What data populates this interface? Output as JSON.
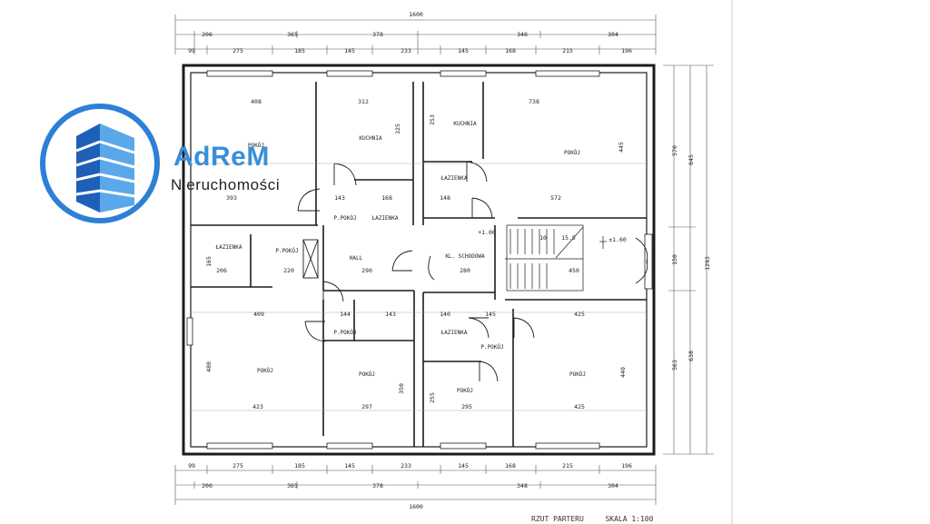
{
  "logo": {
    "name": "AdReM",
    "subtitle": "Nieruchomości",
    "colors": {
      "ring": "#2e7fd6",
      "building_light": "#5aa8ea",
      "building_dark": "#1e5fb8"
    }
  },
  "plan": {
    "title": "RZUT PARTERU",
    "scale": "SKALA 1:100",
    "overall_width": "1600",
    "top_dims_row1": [
      "99",
      "275",
      "185",
      "145",
      "233",
      "145",
      "168",
      "215",
      "196"
    ],
    "top_dims_row2": [
      "206",
      "365",
      "378",
      "348",
      "304"
    ],
    "bottom_dims_row1": [
      "99",
      "275",
      "185",
      "145",
      "233",
      "145",
      "168",
      "215",
      "196"
    ],
    "bottom_dims_row2": [
      "206",
      "365",
      "378",
      "348",
      "304"
    ],
    "right_dims": [
      "570",
      "645",
      "1293",
      "150",
      "563",
      "638"
    ],
    "rooms": [
      {
        "name": "POKÓJ",
        "dims": [
          "408",
          "393"
        ]
      },
      {
        "name": "KUCHNIA",
        "dims": [
          "312",
          "325"
        ]
      },
      {
        "name": "ŁAZIENKA",
        "dims": [
          "168"
        ]
      },
      {
        "name": "P.POKÓJ",
        "dims": [
          "143"
        ]
      },
      {
        "name": "KUCHNIA",
        "dims": [
          "253"
        ]
      },
      {
        "name": "POKÓJ",
        "dims": [
          "738",
          "572",
          "445"
        ]
      },
      {
        "name": "ŁAZIENKA",
        "dims": [
          "148"
        ]
      },
      {
        "name": "ŁAZIENKA",
        "dims": [
          "206",
          "165"
        ]
      },
      {
        "name": "P.POKÓJ",
        "dims": [
          "220"
        ]
      },
      {
        "name": "HALL",
        "dims": [
          "290"
        ]
      },
      {
        "name": "KL. SCHODOWA",
        "dims": [
          "280",
          "450",
          "+1.00",
          "10",
          "15.5",
          "±1.60"
        ]
      },
      {
        "name": "P.POKÓJ",
        "dims": [
          "144",
          "143"
        ]
      },
      {
        "name": "ŁAZIENKA",
        "dims": [
          "140",
          "145"
        ]
      },
      {
        "name": "P.POKÓJ",
        "dims": []
      },
      {
        "name": "POKÓJ",
        "dims": [
          "409",
          "480",
          "423"
        ]
      },
      {
        "name": "POKÓJ",
        "dims": [
          "297",
          "350"
        ]
      },
      {
        "name": "POKÓJ",
        "dims": [
          "295",
          "255"
        ]
      },
      {
        "name": "POKÓJ",
        "dims": [
          "425",
          "440",
          "425"
        ]
      }
    ]
  }
}
